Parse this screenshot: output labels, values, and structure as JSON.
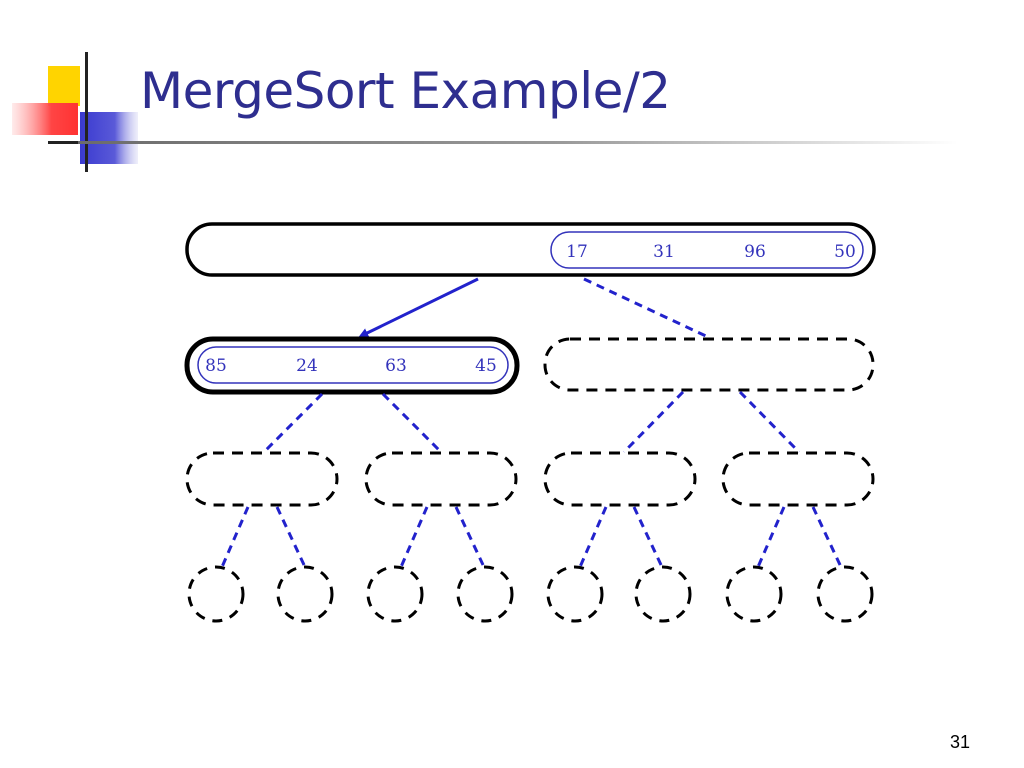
{
  "slide": {
    "title": "MergeSort Example/2",
    "page_number": "31"
  },
  "diagram": {
    "root": {
      "values": [
        "17",
        "31",
        "96",
        "50"
      ]
    },
    "active_left_child": {
      "values": [
        "85",
        "24",
        "63",
        "45"
      ]
    }
  },
  "colors": {
    "title": "#2e2e8f",
    "numbers": "#3333bb",
    "connector": "#2222cc",
    "outline": "#000000"
  }
}
